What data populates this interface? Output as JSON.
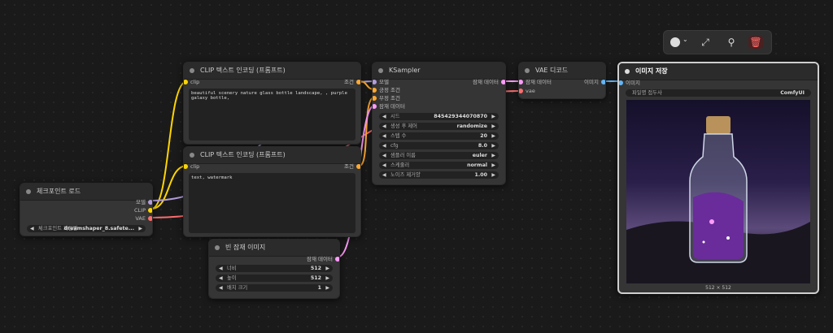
{
  "toolbar": {
    "color_icon": "color-circle-icon",
    "color_chevron": "chevron-down-icon",
    "bypass_icon": "bypass-icon",
    "pin_icon": "pin-icon",
    "delete_icon": "trash-icon"
  },
  "clip_pos": {
    "title": "CLIP 텍스트 인코딩 (프롬프트)",
    "in_clip": "clip",
    "out": "조건",
    "text": "beautiful scenery nature glass bottle landscape, , purple galaxy bottle,"
  },
  "clip_neg": {
    "title": "CLIP 텍스트 인코딩 (프롬프트)",
    "in_clip": "clip",
    "out": "조건",
    "text": "text, watermark"
  },
  "checkpoint": {
    "title": "체크포인트 로드",
    "out_model": "모델",
    "out_clip": "CLIP",
    "out_vae": "VAE",
    "widget_label": "체크포인트 파일명",
    "widget_value": "dreamshaper_8.safete..."
  },
  "empty_latent": {
    "title": "빈 잠재 이미지",
    "out": "잠재 데이터",
    "widgets": [
      {
        "label": "너비",
        "value": "512"
      },
      {
        "label": "높이",
        "value": "512"
      },
      {
        "label": "배치 크기",
        "value": "1"
      }
    ]
  },
  "ksampler": {
    "title": "KSampler",
    "in_model": "모델",
    "in_pos": "긍정 조건",
    "in_neg": "부정 조건",
    "in_latent": "잠재 데이터",
    "out": "잠재 데이터",
    "widgets": [
      {
        "label": "시드",
        "value": "845429344070870"
      },
      {
        "label": "생성 후 제어",
        "value": "randomize"
      },
      {
        "label": "스텝 수",
        "value": "20"
      },
      {
        "label": "cfg",
        "value": "8.0"
      },
      {
        "label": "샘플러 이름",
        "value": "euler"
      },
      {
        "label": "스케줄러",
        "value": "normal"
      },
      {
        "label": "노이즈 제거양",
        "value": "1.00"
      }
    ]
  },
  "vae_decode": {
    "title": "VAE 디코드",
    "in_samples": "잠재 데이터",
    "in_vae": "vae",
    "out": "이미지"
  },
  "save_image": {
    "title": "이미지 저장",
    "in_images": "이미지",
    "widget_label": "파일명 접두사",
    "widget_value": "ComfyUI",
    "caption": "512 × 512"
  },
  "colors": {
    "model": "#b39ddb",
    "clip": "#ffd500",
    "vae": "#ff6e6e",
    "latent": "#ff9cf9",
    "cond": "#ffa931",
    "image": "#64b5f6"
  }
}
